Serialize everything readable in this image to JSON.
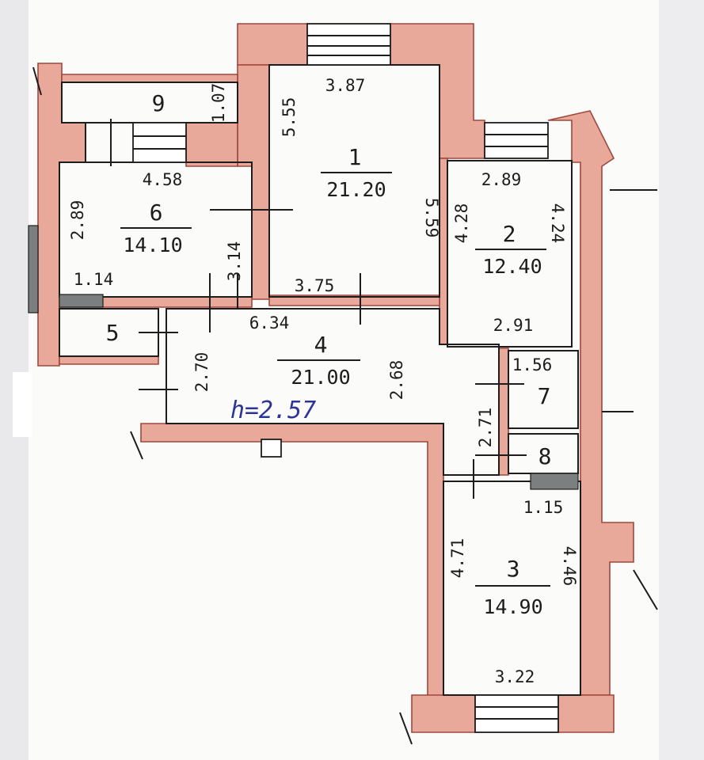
{
  "rooms": [
    {
      "number": "1",
      "area": "21.20",
      "dims": [
        "3.87",
        "5.55",
        "5.59",
        "3.75"
      ]
    },
    {
      "number": "2",
      "area": "12.40",
      "dims": [
        "2.89",
        "4.28",
        "4.24",
        "2.91"
      ]
    },
    {
      "number": "3",
      "area": "14.90",
      "dims": [
        "4.71",
        "4.46",
        "3.22",
        "1.15"
      ]
    },
    {
      "number": "4",
      "area": "21.00",
      "dims": [
        "6.34",
        "2.70",
        "2.68",
        "2.71"
      ]
    },
    {
      "number": "5"
    },
    {
      "number": "6",
      "area": "14.10",
      "dims": [
        "4.58",
        "2.89",
        "3.14",
        "1.14"
      ]
    },
    {
      "number": "7",
      "dims": [
        "1.56"
      ]
    },
    {
      "number": "8"
    },
    {
      "number": "9",
      "dims": [
        "1.07"
      ]
    }
  ],
  "ceiling_height": "h=2.57",
  "colors": {
    "wall_fill": "#e8a99b",
    "wall_stroke": "#a0473c",
    "ink": "#1d1d1d",
    "height_ink": "#2c3597"
  }
}
